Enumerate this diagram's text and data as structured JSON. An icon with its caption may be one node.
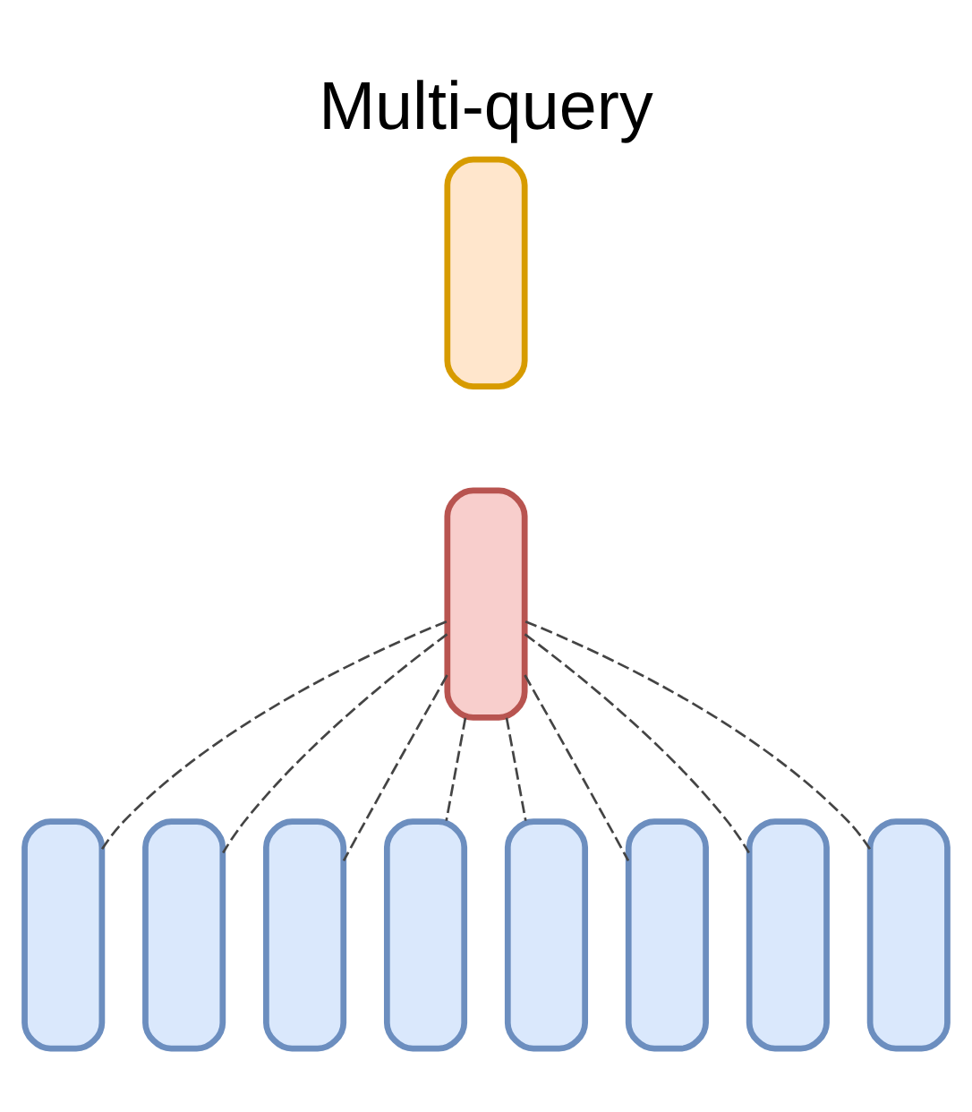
{
  "diagram": {
    "title": "Multi-query",
    "nodes": [
      {
        "text": [],
        "shape": "box"
      },
      {
        "text": [],
        "shape": "box"
      },
      {
        "text": [],
        "shape": "box"
      },
      {
        "text": [],
        "shape": "box"
      },
      {
        "text": [],
        "shape": "box"
      },
      {
        "text": [],
        "shape": "box"
      },
      {
        "text": [],
        "shape": "box"
      },
      {
        "text": [],
        "shape": "box"
      },
      {
        "text": [],
        "shape": "box"
      },
      {
        "text": [],
        "shape": "box"
      }
    ],
    "edges": [
      {
        "from": 1,
        "to": 2,
        "arrow": "none",
        "style": "dashed"
      },
      {
        "from": 1,
        "to": 3,
        "arrow": "none",
        "style": "dashed"
      },
      {
        "from": 1,
        "to": 4,
        "arrow": "none",
        "style": "dashed"
      },
      {
        "from": 1,
        "to": 5,
        "arrow": "none",
        "style": "dashed"
      },
      {
        "from": 1,
        "to": 6,
        "arrow": "none",
        "style": "dashed"
      },
      {
        "from": 1,
        "to": 7,
        "arrow": "none",
        "style": "dashed"
      },
      {
        "from": 1,
        "to": 8,
        "arrow": "none",
        "style": "dashed"
      },
      {
        "from": 1,
        "to": 9,
        "arrow": "none",
        "style": "dashed"
      }
    ]
  }
}
